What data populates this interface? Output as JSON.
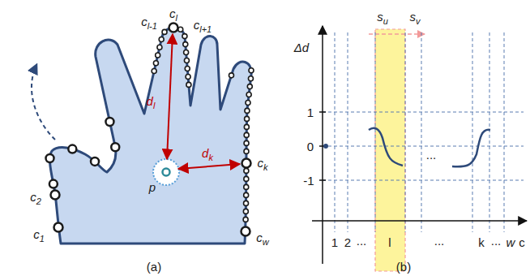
{
  "diagram": {
    "labels": [
      "cl",
      "cl-1",
      "cl+1",
      "c2",
      "c1",
      "ck",
      "cw",
      "dl",
      "dk",
      "p",
      "(a)",
      "Δd",
      "1",
      "0",
      "-1",
      "su",
      "sv",
      "1",
      "2",
      "...",
      "l",
      "...",
      "k",
      "...",
      "w",
      "c",
      "...",
      "(b)"
    ]
  }
}
